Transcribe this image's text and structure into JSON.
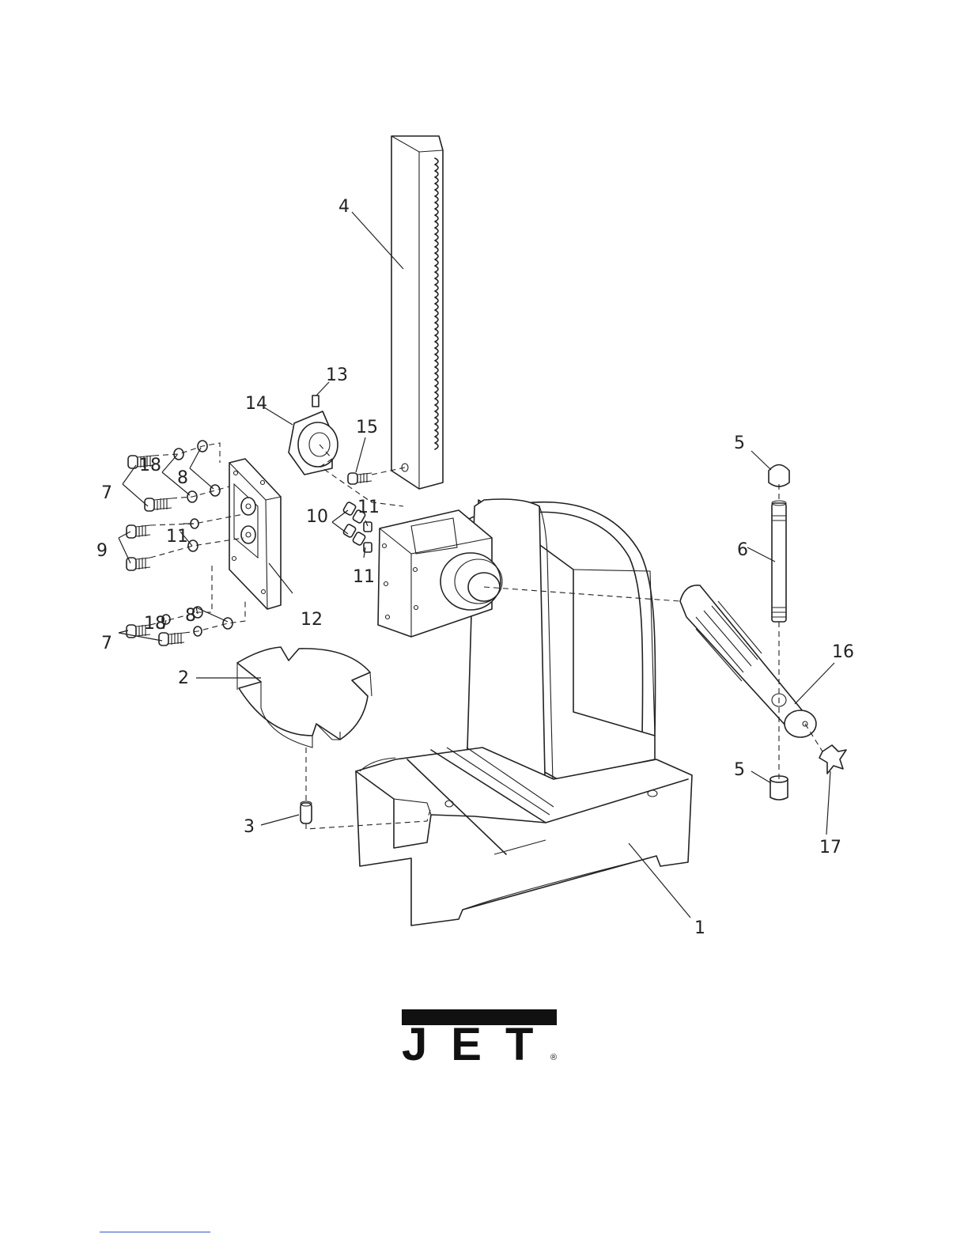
{
  "callouts": {
    "c1": "1",
    "c2": "2",
    "c3": "3",
    "c4": "4",
    "c5a": "5",
    "c5b": "5",
    "c6": "6",
    "c7a": "7",
    "c7b": "7",
    "c8a": "8",
    "c8b": "8",
    "c9": "9",
    "c10": "10",
    "c11a": "11",
    "c11b": "11",
    "c11c": "11",
    "c12": "12",
    "c13": "13",
    "c14": "14",
    "c15": "15",
    "c16": "16",
    "c17": "17",
    "c18a": "18",
    "c18b": "18"
  },
  "logo": {
    "text": "JET",
    "mark": "®"
  }
}
